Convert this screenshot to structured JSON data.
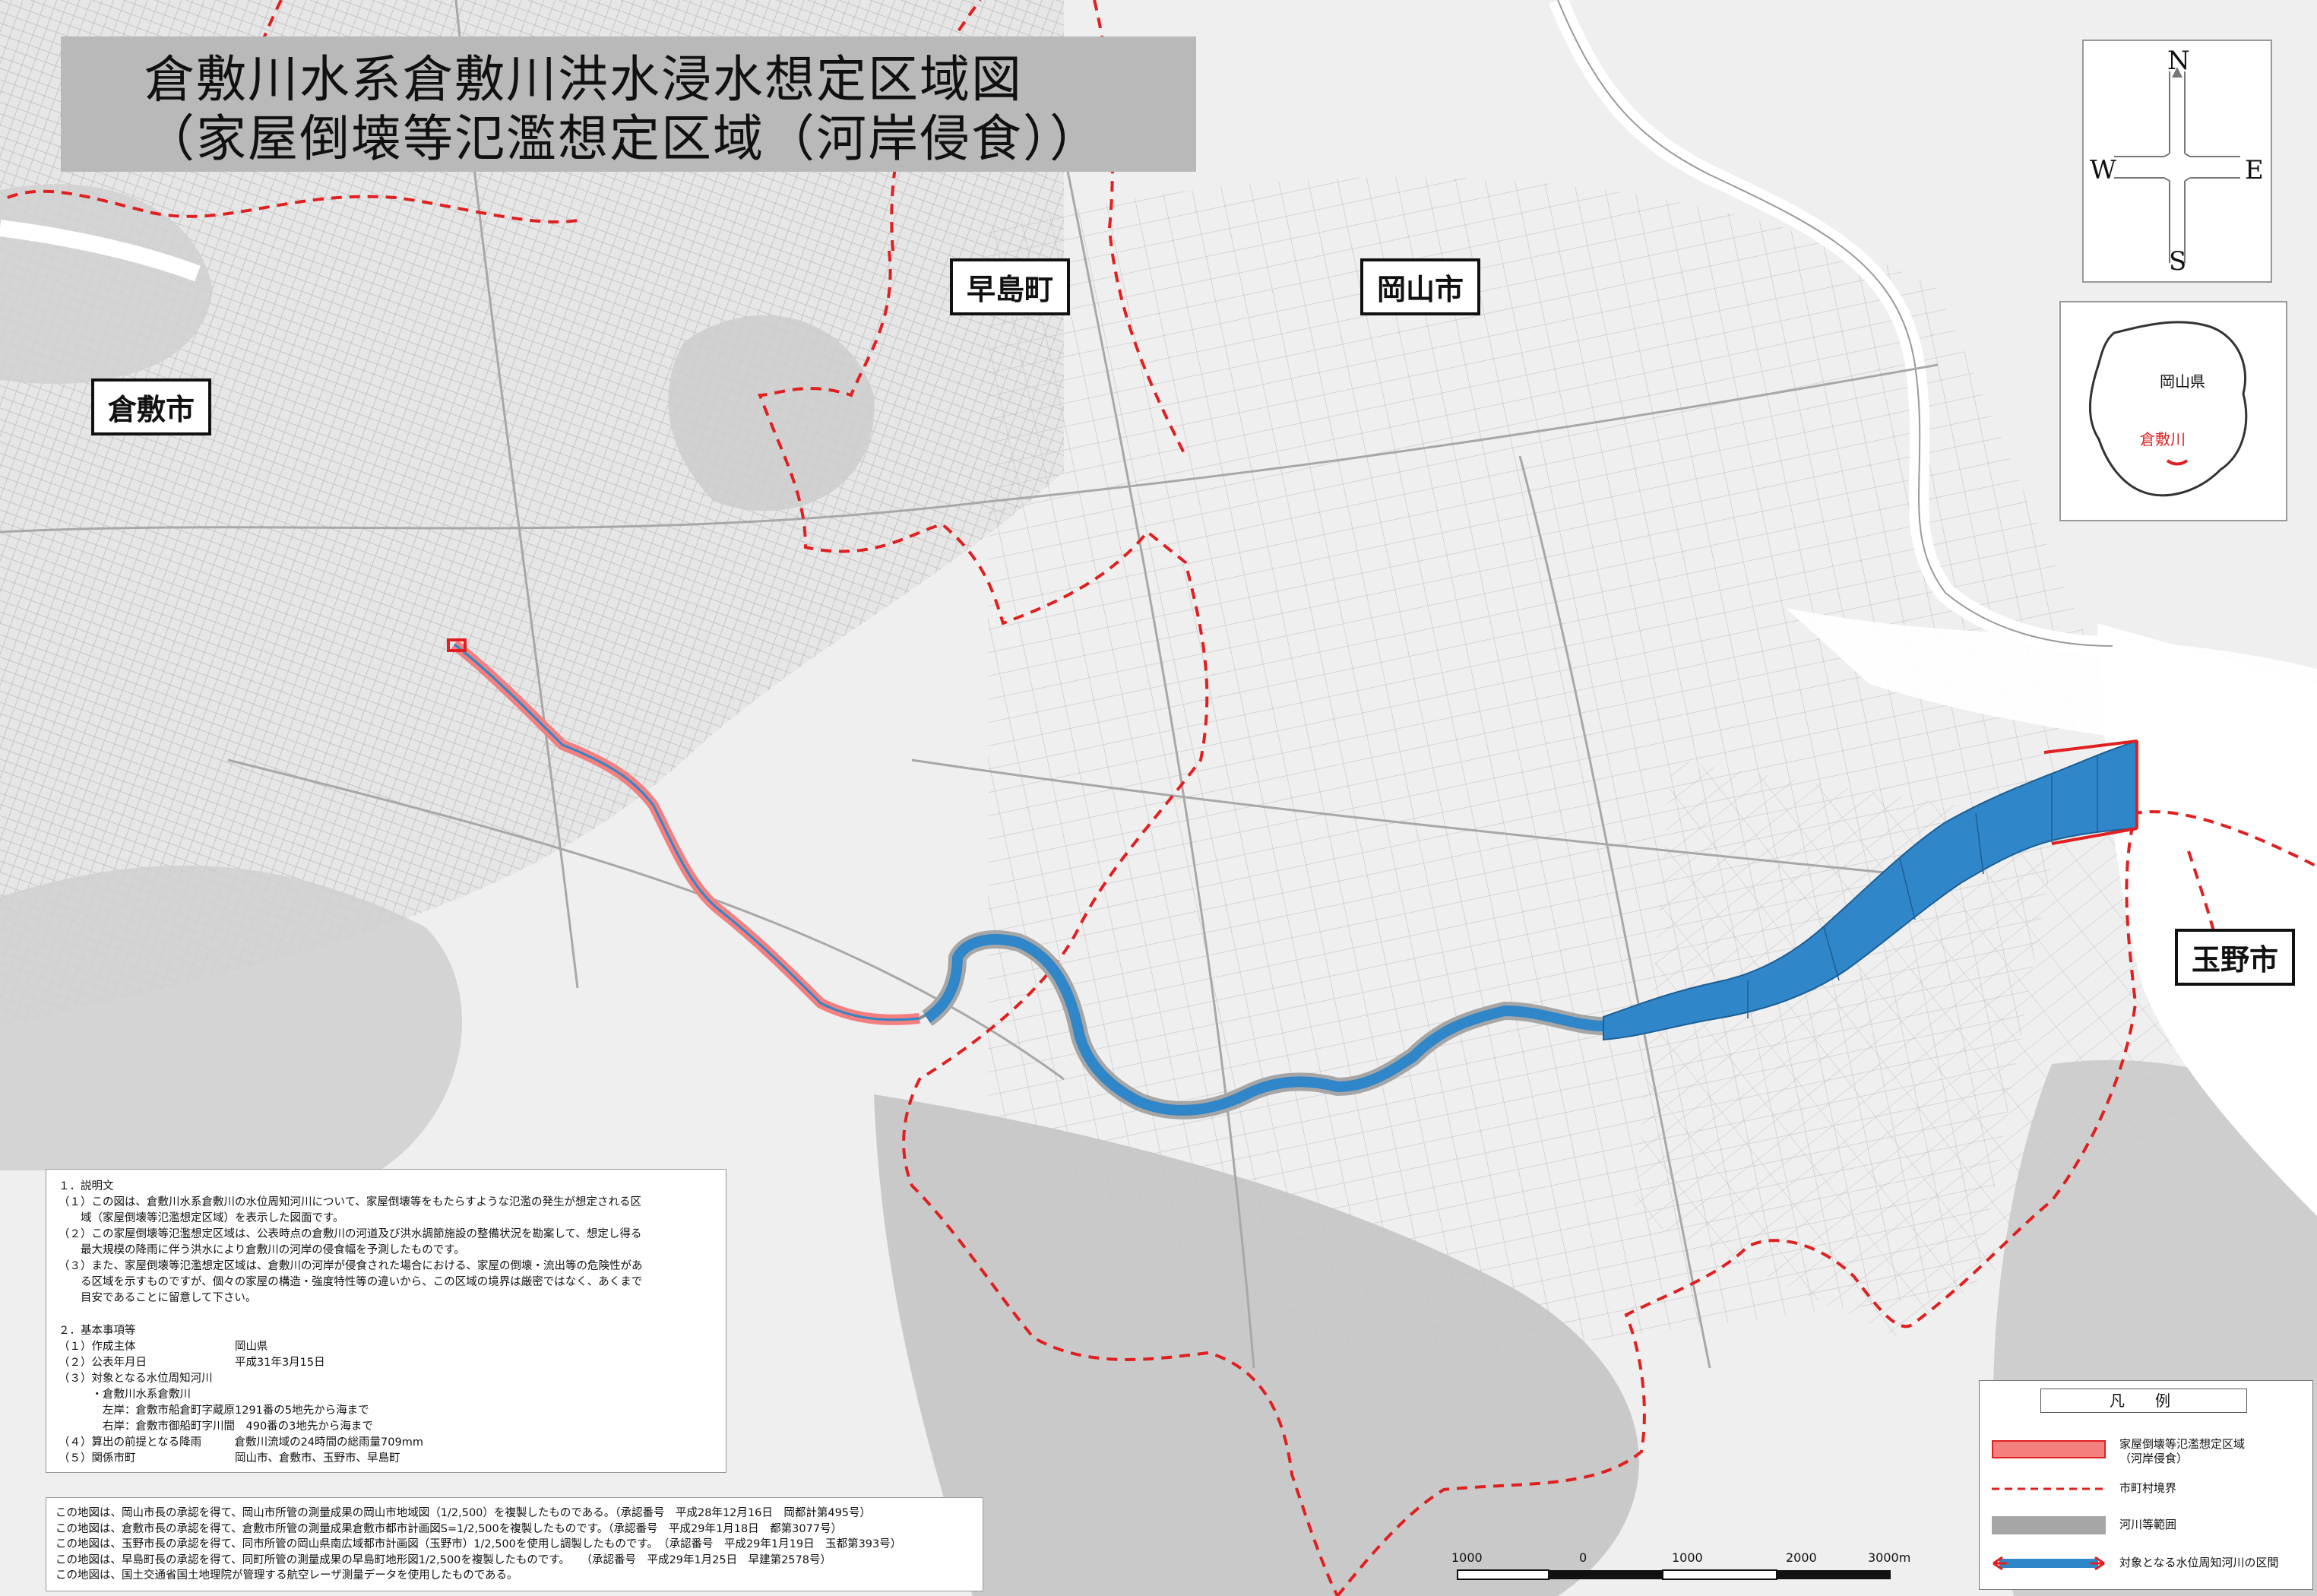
{
  "title": {
    "line1": "倉敷川水系倉敷川洪水浸水想定区域図",
    "line2": "（家屋倒壊等氾濫想定区域（河岸侵食））"
  },
  "place_labels": {
    "kurashiki": "倉敷市",
    "hayashima": "早島町",
    "okayama": "岡山市",
    "tamano": "玉野市"
  },
  "compass": {
    "n": "N",
    "s": "S",
    "e": "E",
    "w": "W"
  },
  "inset_map": {
    "prefecture": "岡山県",
    "river": "倉敷川"
  },
  "notes": {
    "heading1": "１．説明文",
    "lines1": [
      "（１）この図は、倉敷川水系倉敷川の水位周知河川について、家屋倒壊等をもたらすような氾濫の発生が想定される区",
      "　　域（家屋倒壊等氾濫想定区域）を表示した図面です。",
      "（２）この家屋倒壊等氾濫想定区域は、公表時点の倉敷川の河道及び洪水調節施設の整備状況を勘案して、想定し得る",
      "　　最大規模の降雨に伴う洪水により倉敷川の河岸の侵食幅を予測したものです。",
      "（３）また、家屋倒壊等氾濫想定区域は、倉敷川の河岸が侵食された場合における、家屋の倒壊・流出等の危険性があ",
      "　　る区域を示すものですが、個々の家屋の構造・強度特性等の違いから、この区域の境界は厳密ではなく、あくまで",
      "　　目安であることに留意して下さい。"
    ],
    "heading2": "２．基本事項等",
    "lines2": [
      "（１）作成主体　　　　　　　　　岡山県",
      "（２）公表年月日　　　　　　　　平成31年3月15日",
      "（３）対象となる水位周知河川",
      "　　　・倉敷川水系倉敷川",
      "　　　　左岸：倉敷市船倉町字蔵原1291番の5地先から海まで",
      "　　　　右岸：倉敷市御船町字川間　490番の3地先から海まで",
      "（４）算出の前提となる降雨　　　倉敷川流域の24時間の総雨量709mm",
      "（５）関係市町　　　　　　　　　岡山市、倉敷市、玉野市、早島町"
    ]
  },
  "credits": [
    "この地図は、岡山市長の承認を得て、岡山市所管の測量成果の岡山市地域図（1/2,500）を複製したものである。（承認番号　平成28年12月16日　岡都計第495号）",
    "この地図は、倉敷市長の承認を得て、倉敷市所管の測量成果倉敷市都市計画図S=1/2,500を複製したものです。（承認番号　平成29年1月18日　都第3077号）",
    "この地図は、玉野市長の承認を得て、同市所管の岡山県南広域都市計画図（玉野市）1/2,500を使用し調製したものです。　（承認番号　平成29年1月19日　玉都第393号）",
    "この地図は、早島町長の承認を得て、同町所管の測量成果の早島町地形図1/2,500を複製したものです。　　（承認番号　平成29年1月25日　早建第2578号）",
    "この地図は、国土交通省国土地理院が管理する航空レーザ測量データを使用したものである。"
  ],
  "legend": {
    "title": "凡　例",
    "items": [
      {
        "label": "家屋倒壊等氾濫想定区域",
        "sub": "（河岸侵食）",
        "color": "#f47f7f"
      },
      {
        "label": "市町村境界",
        "color": "#e02020"
      },
      {
        "label": "河川等範囲",
        "color": "#a6a6a6"
      },
      {
        "label": "対象となる水位周知河川の区間",
        "color": "#2f86c8"
      }
    ]
  },
  "scale": {
    "ticks": [
      "1000",
      "0",
      "1000",
      "2000",
      "3000m"
    ]
  }
}
